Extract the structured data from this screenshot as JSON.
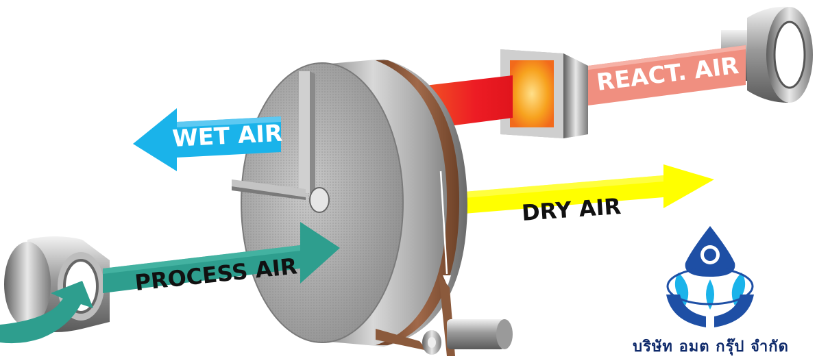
{
  "labels": {
    "wet_air": "WET AIR",
    "react_air": "REACT. AIR",
    "dry_air": "DRY AIR",
    "process_air": "PROCESS AIR"
  },
  "company": {
    "name": "บริษัท อมต กรุ๊ป จำกัด"
  },
  "colors": {
    "wet_air": "#1ab3ea",
    "react_air": "#f08f80",
    "dry_air": "#ffff00",
    "process_air": "#2e9e8e",
    "heater": "#f7931e",
    "hot_duct": "#ed1c24",
    "belt": "#8b5a3c",
    "logo_blue": "#1e4fa5"
  }
}
